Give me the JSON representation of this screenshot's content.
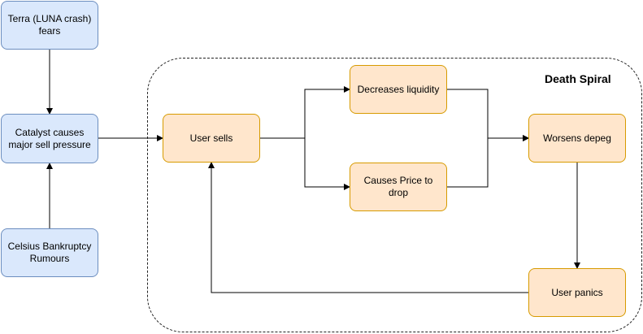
{
  "diagram": {
    "group": {
      "title": "Death Spiral"
    },
    "nodes": {
      "terra": "Terra (LUNA crash) fears",
      "catalyst": "Catalyst causes major sell pressure",
      "celsius": "Celsius Bankruptcy Rumours",
      "user_sells": "User sells",
      "decreases_liquidity": "Decreases liquidity",
      "price_drop": "Causes Price to drop",
      "worsens_depeg": "Worsens depeg",
      "user_panics": "User panics"
    },
    "edges": [
      {
        "from": "terra",
        "to": "catalyst"
      },
      {
        "from": "celsius",
        "to": "catalyst"
      },
      {
        "from": "catalyst",
        "to": "user_sells"
      },
      {
        "from": "user_sells",
        "to": "decreases_liquidity"
      },
      {
        "from": "user_sells",
        "to": "price_drop"
      },
      {
        "from": "decreases_liquidity",
        "to": "worsens_depeg"
      },
      {
        "from": "price_drop",
        "to": "worsens_depeg"
      },
      {
        "from": "worsens_depeg",
        "to": "user_panics"
      },
      {
        "from": "user_panics",
        "to": "user_sells"
      }
    ],
    "colors": {
      "external_fill": "#dae8fc",
      "external_stroke": "#6c8ebf",
      "spiral_fill": "#ffe6cc",
      "spiral_stroke": "#d79b00",
      "edge": "#000000"
    }
  }
}
